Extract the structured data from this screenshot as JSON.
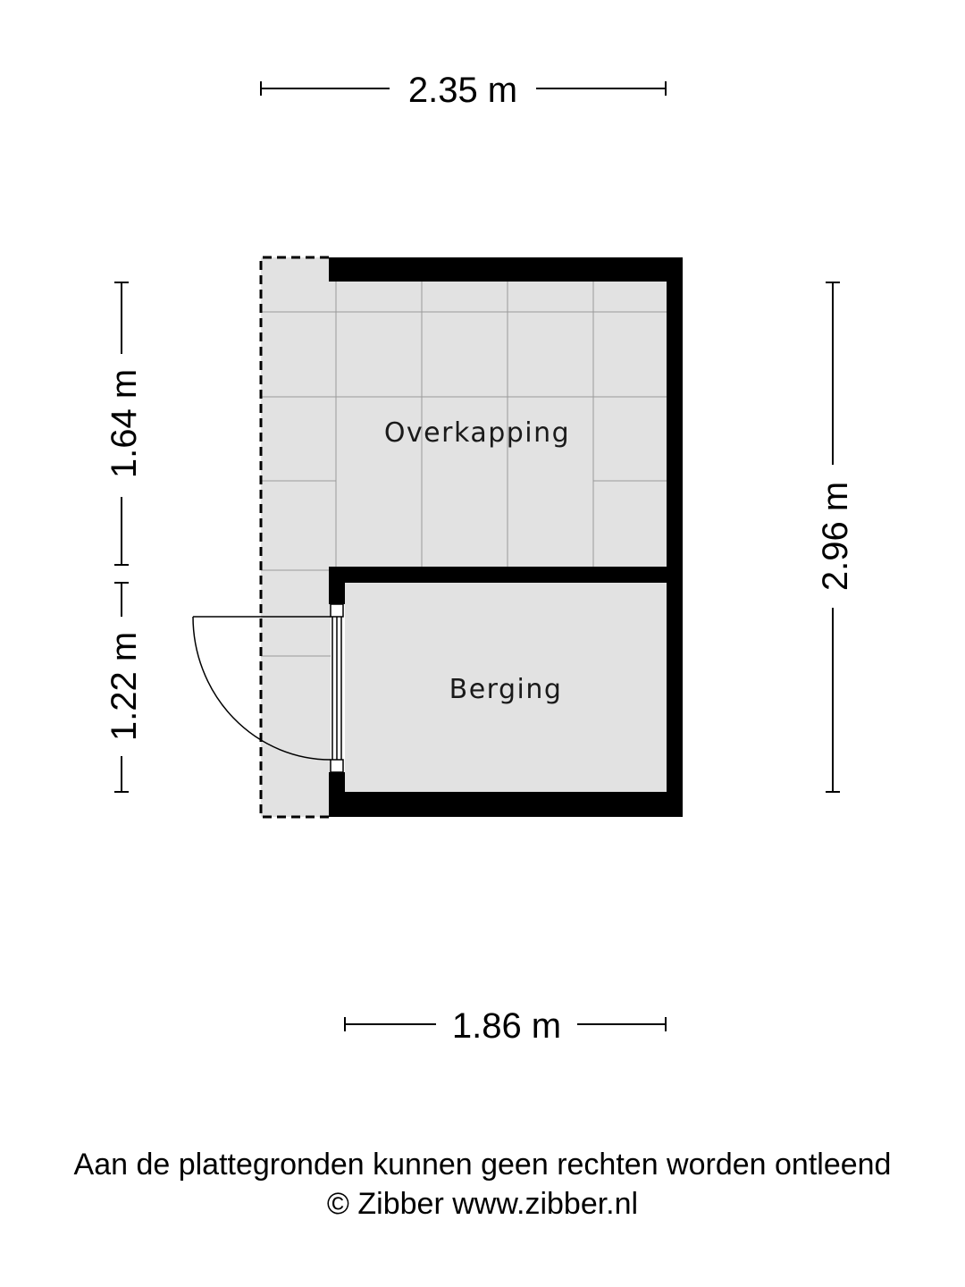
{
  "dimensions": {
    "top_width": "2.35 m",
    "bottom_width": "1.86 m",
    "left_upper": "1.64 m",
    "left_lower": "1.22 m",
    "right_total": "2.96 m"
  },
  "rooms": {
    "covered": "Overkapping",
    "storage": "Berging"
  },
  "footer": {
    "disclaimer": "Aan de plattegronden kunnen geen rechten worden ontleend",
    "copyright": "© Zibber www.zibber.nl"
  },
  "colors": {
    "wall": "#000000",
    "floor": "#e2e2e2",
    "tile_line": "#9a9a9a"
  }
}
